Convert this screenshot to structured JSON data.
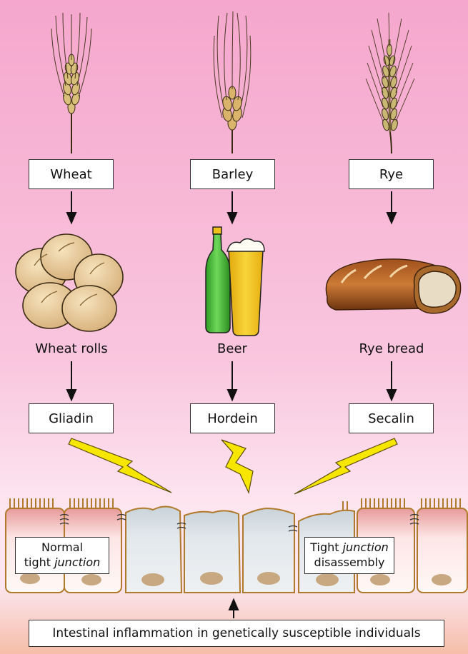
{
  "grains": [
    {
      "name": "Wheat",
      "food": "Wheat rolls",
      "protein": "Gliadin"
    },
    {
      "name": "Barley",
      "food": "Beer",
      "protein": "Hordein"
    },
    {
      "name": "Rye",
      "food": "Rye bread",
      "protein": "Secalin"
    }
  ],
  "epithelium": {
    "left_label_line1": "Normal",
    "left_label_prefix": "tight ",
    "left_label_em": "junction",
    "right_label_prefix": "Tight ",
    "right_label_em": "junction",
    "right_label_line2": "disassembly"
  },
  "outcome": "Intestinal inflammation in genetically susceptible individuals",
  "colors": {
    "background_top": "#f5a9cf",
    "background_bottom": "#fde8f1",
    "tissue": "#f7c9b6",
    "lightning": "#f7e600",
    "beer": "#f2c318",
    "bottle": "#3dbb2e"
  }
}
